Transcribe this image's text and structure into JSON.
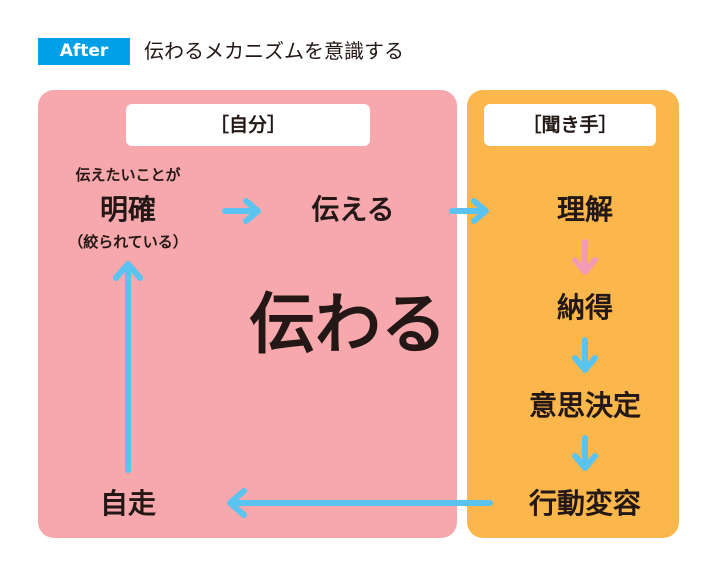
{
  "header": {
    "badge": "After",
    "title": "伝わるメカニズムを意識する"
  },
  "panels": {
    "self_label": "［自分］",
    "listener_label": "［聞き手］"
  },
  "nodes": {
    "source_line1": "伝えたいことが",
    "source_line2": "明確",
    "source_line3": "（絞られている）",
    "convey": "伝える",
    "center": "伝わる",
    "understand": "理解",
    "accept": "納得",
    "decide": "意思決定",
    "change": "行動変容",
    "autonomy": "自走"
  },
  "colors": {
    "badge": "#00a0e9",
    "self_panel": "#f7a8ad",
    "listener_panel": "#fbb74b",
    "arrow_blue": "#5bc3f0",
    "arrow_pink": "#f39bb5"
  }
}
